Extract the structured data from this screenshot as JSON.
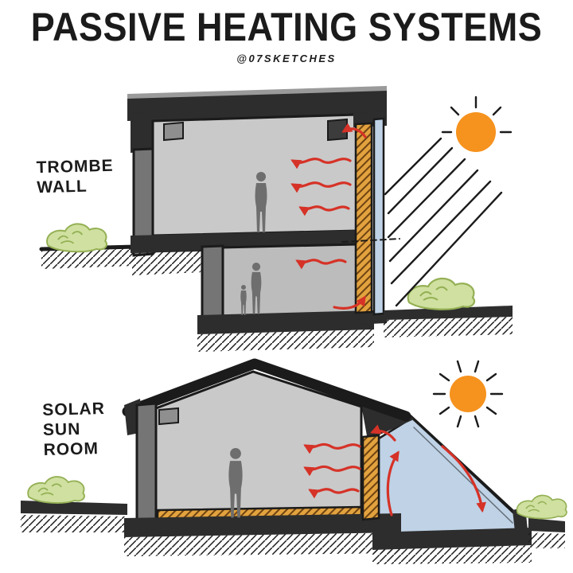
{
  "title": "PASSIVE HEATING SYSTEMS",
  "credit": "@07SKETCHES",
  "diagrams": {
    "trombe": {
      "label_lines": [
        "TROMBE",
        "WALL"
      ]
    },
    "sunroom": {
      "label_lines": [
        "SOLAR",
        "SUN",
        "ROOM"
      ]
    }
  },
  "colors": {
    "paper": "#ffffff",
    "ink": "#1b1b1b",
    "slab": "#2d2d2d",
    "wall": "#757575",
    "interior": "#c9c9c9",
    "interior_dark": "#bcbcbc",
    "mass": "#e2a23e",
    "mass_line": "#6e4312",
    "glass": "#bfd2e6",
    "sun": "#f6921e",
    "heat": "#d63227",
    "bush": "#cfe0a0",
    "bush_line": "#94b054",
    "figure": "#6e6e6e"
  }
}
